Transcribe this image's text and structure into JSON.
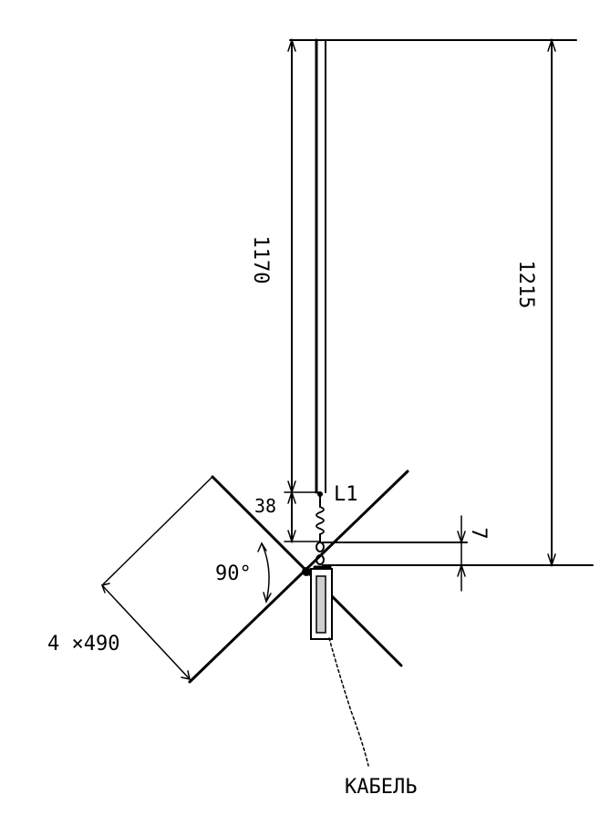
{
  "labels": {
    "vertical_height": "1170",
    "total_height": "1215",
    "base_gap": "38",
    "coil": "L1",
    "spacing": "7",
    "angle": "90°",
    "radials": "4 ×490",
    "cable": "КАБЕЛЬ"
  },
  "colors": {
    "line": "#000000",
    "background": "#ffffff",
    "cable_fill": "#cfcfcf"
  }
}
